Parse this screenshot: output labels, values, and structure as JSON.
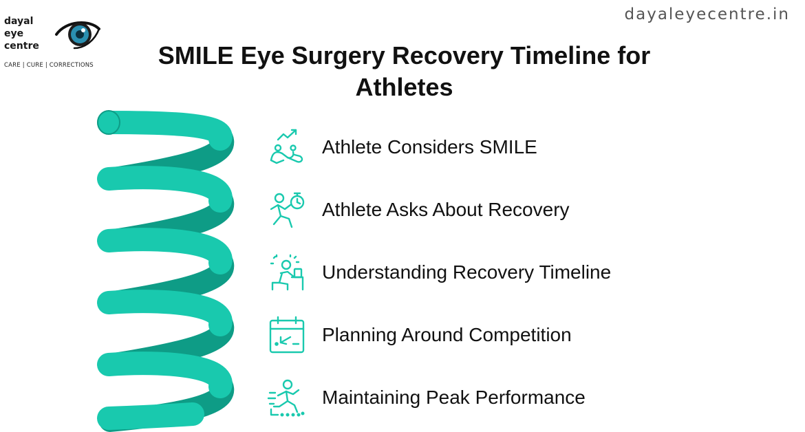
{
  "brand": {
    "logo_lines": [
      "dayal",
      "eye",
      "centre"
    ],
    "tagline": "CARE | CURE | CORRECTIONS",
    "website": "dayaleyecentre.in"
  },
  "title": "SMILE Eye Surgery Recovery Timeline for Athletes",
  "colors": {
    "accent": "#19C9AE",
    "accent_dark": "#0E9C86",
    "text": "#111111",
    "logo_iris": "#2A8FB0"
  },
  "steps": [
    {
      "label": "Athlete Considers SMILE",
      "icon": "athlete-trend-up-icon"
    },
    {
      "label": "Athlete Asks About Recovery",
      "icon": "runner-stopwatch-icon"
    },
    {
      "label": "Understanding Recovery Timeline",
      "icon": "person-studying-icon"
    },
    {
      "label": "Planning Around Competition",
      "icon": "calendar-arrow-icon"
    },
    {
      "label": "Maintaining Peak Performance",
      "icon": "sprinter-icon"
    }
  ]
}
